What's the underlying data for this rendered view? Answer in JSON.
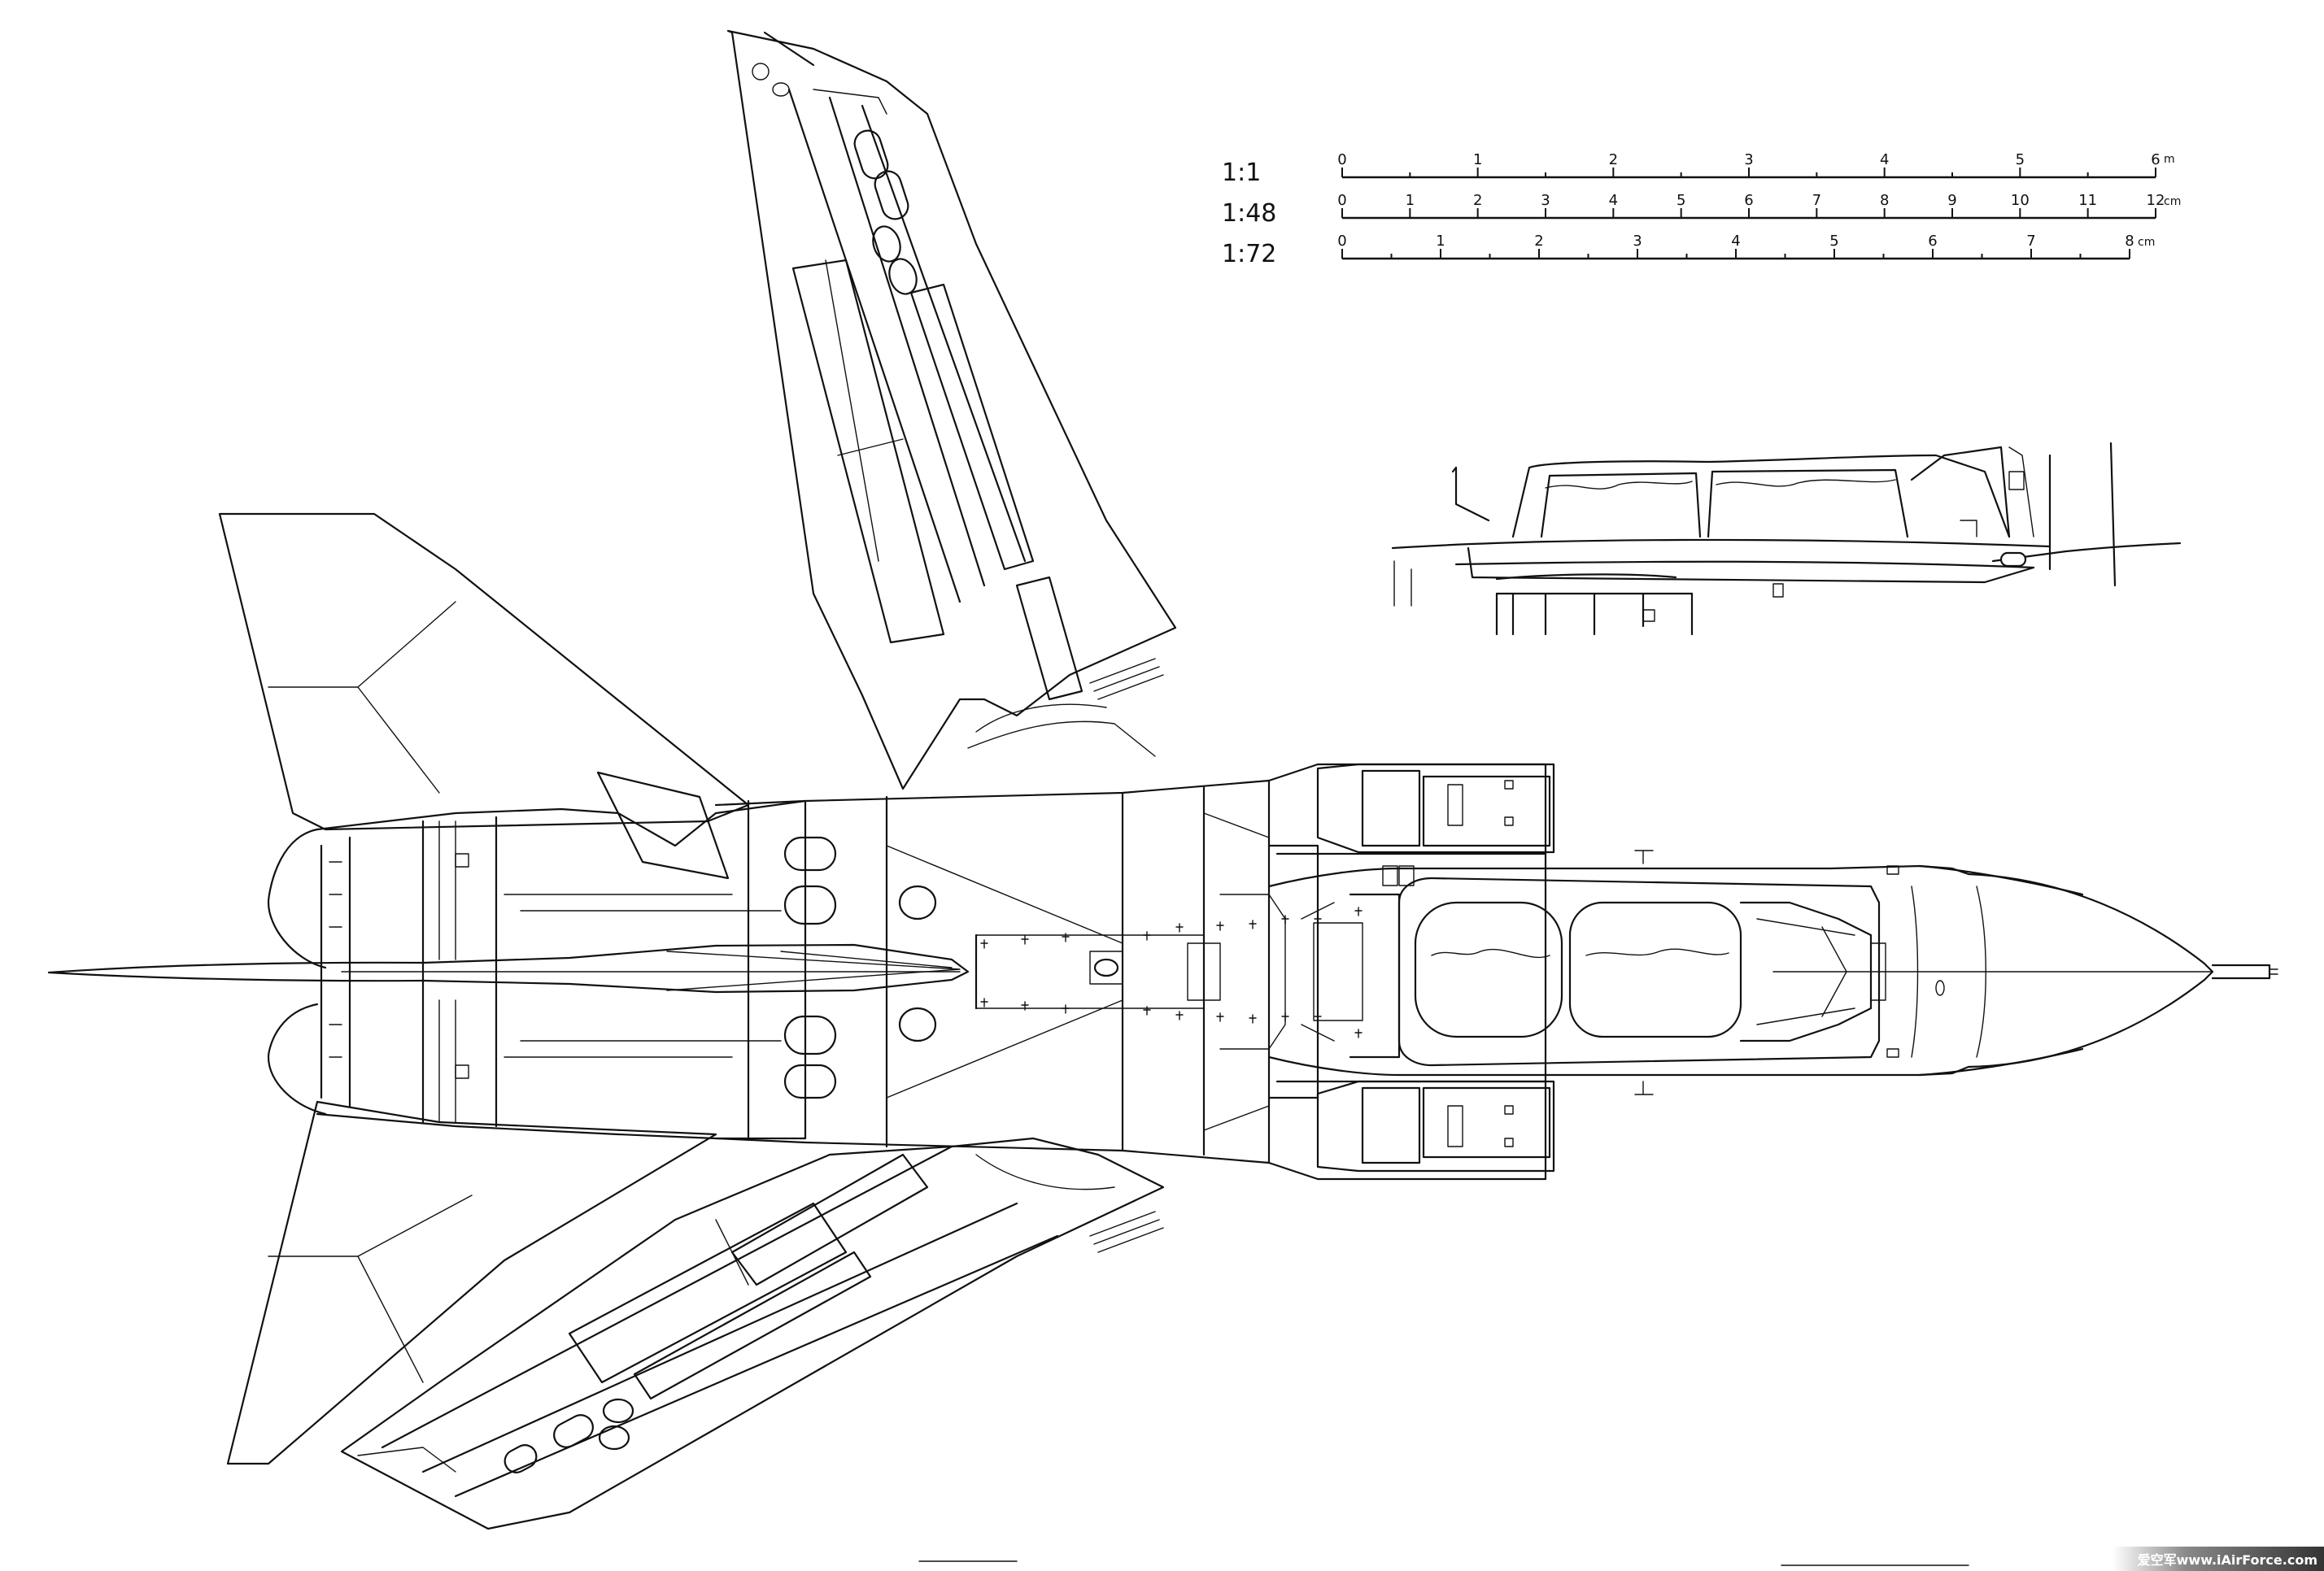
{
  "scale_bars": [
    {
      "label": "1:1",
      "unit": "m",
      "ticks": [
        "0",
        "1",
        "2",
        "3",
        "4",
        "5",
        "6"
      ]
    },
    {
      "label": "1:48",
      "unit": "cm",
      "ticks": [
        "0",
        "1",
        "2",
        "3",
        "4",
        "5",
        "6",
        "7",
        "8",
        "9",
        "10",
        "11",
        "12"
      ]
    },
    {
      "label": "1:72",
      "unit": "cm",
      "ticks": [
        "0",
        "1",
        "2",
        "3",
        "4",
        "5",
        "6",
        "7",
        "8"
      ]
    }
  ],
  "watermark": "爱空军www.iAirForce.com",
  "colors": {
    "ink": "#111111",
    "paper": "#ffffff"
  }
}
